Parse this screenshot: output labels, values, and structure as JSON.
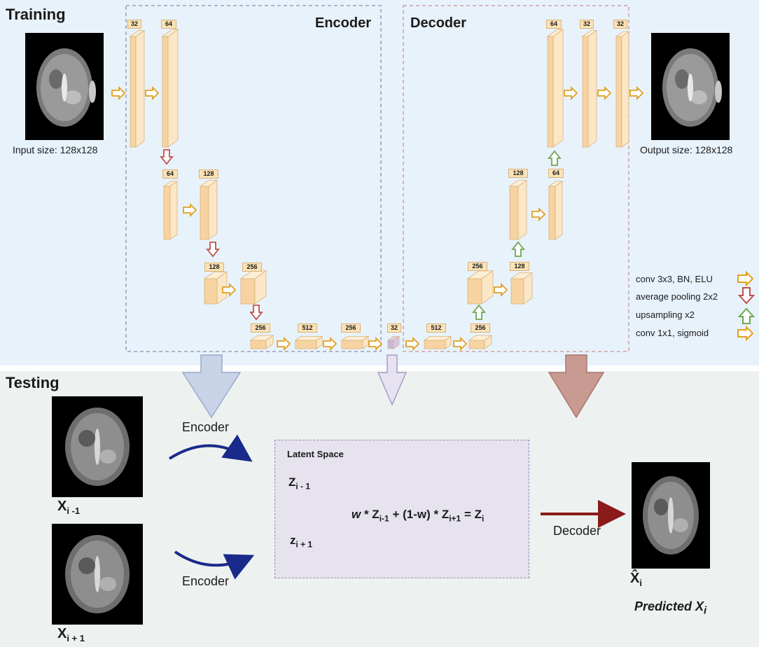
{
  "training": {
    "title": "Training",
    "encoder_title": "Encoder",
    "decoder_title": "Decoder",
    "input_caption": "Input size: 128x128",
    "output_caption": "Output size: 128x128",
    "channels": {
      "e1a": "32",
      "e1b": "64",
      "e2a": "64",
      "e2b": "128",
      "e3a": "128",
      "e3b": "256",
      "e4a": "256",
      "e4b": "512",
      "e4c": "256",
      "latent": "32",
      "d4a": "512",
      "d4b": "256",
      "d3a": "256",
      "d3b": "128",
      "d2a": "128",
      "d2b": "64",
      "d1a": "64",
      "d1b": "32",
      "d1c": "32"
    },
    "legend": [
      {
        "label": "conv 3x3, BN, ELU",
        "color": "#e0a020"
      },
      {
        "label": "average pooling 2x2",
        "color": "#c0504d"
      },
      {
        "label": "upsampling x2",
        "color": "#6aa84f"
      },
      {
        "label": "conv 1x1, sigmoid",
        "color": "#e0a020"
      }
    ]
  },
  "testing": {
    "title": "Testing",
    "encoder_label_top": "Encoder",
    "encoder_label_bottom": "Encoder",
    "decoder_label": "Decoder",
    "latent_title": "Latent Space",
    "z_prev_main": "Z",
    "z_prev_sub": "i - 1",
    "z_next_main": "z",
    "z_next_sub": "i + 1",
    "eq_w": "w",
    "eq_z_prev": "Z",
    "eq_z_prev_sub": "i-1",
    "eq_mid": "+ (1-w) * ",
    "eq_z_next": "Z",
    "eq_z_next_sub": "i+1",
    "eq_eq": "= Z",
    "eq_zi_sub": "i",
    "x_prev_main": "X",
    "x_prev_sub": "i -1",
    "x_next_main": "X",
    "x_next_sub": "i + 1",
    "x_hat_main": "X̂",
    "x_hat_sub": "i",
    "predicted": "Predicted X",
    "predicted_sub": "i"
  }
}
